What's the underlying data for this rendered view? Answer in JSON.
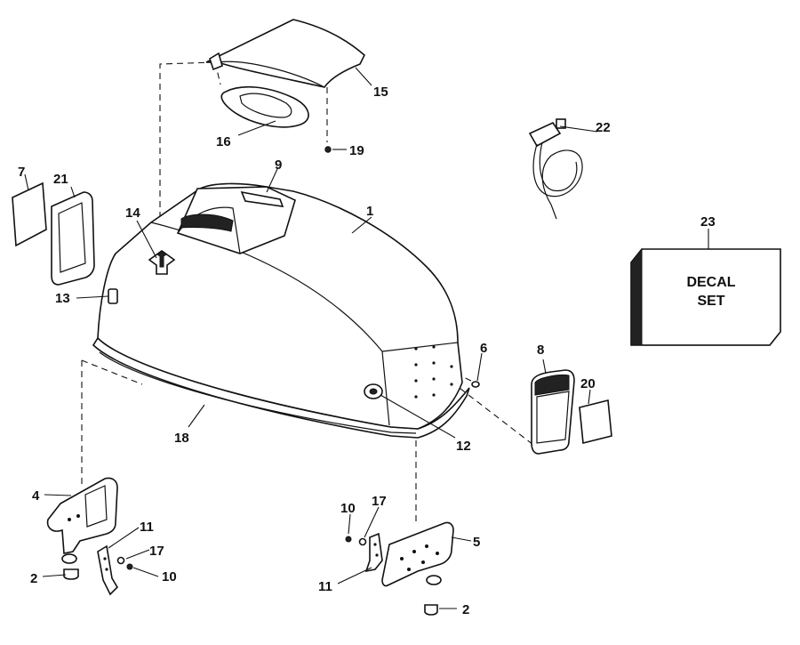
{
  "callouts": {
    "c1": "1",
    "c2a": "2",
    "c2b": "2",
    "c4": "4",
    "c5": "5",
    "c6": "6",
    "c7": "7",
    "c8": "8",
    "c9": "9",
    "c10a": "10",
    "c10b": "10",
    "c11a": "11",
    "c11b": "11",
    "c12": "12",
    "c13": "13",
    "c14": "14",
    "c15": "15",
    "c16": "16",
    "c17a": "17",
    "c17b": "17",
    "c18": "18",
    "c19": "19",
    "c20": "20",
    "c21": "21",
    "c22": "22",
    "c23": "23"
  },
  "decal_box": {
    "line1": "DECAL",
    "line2": "SET"
  }
}
